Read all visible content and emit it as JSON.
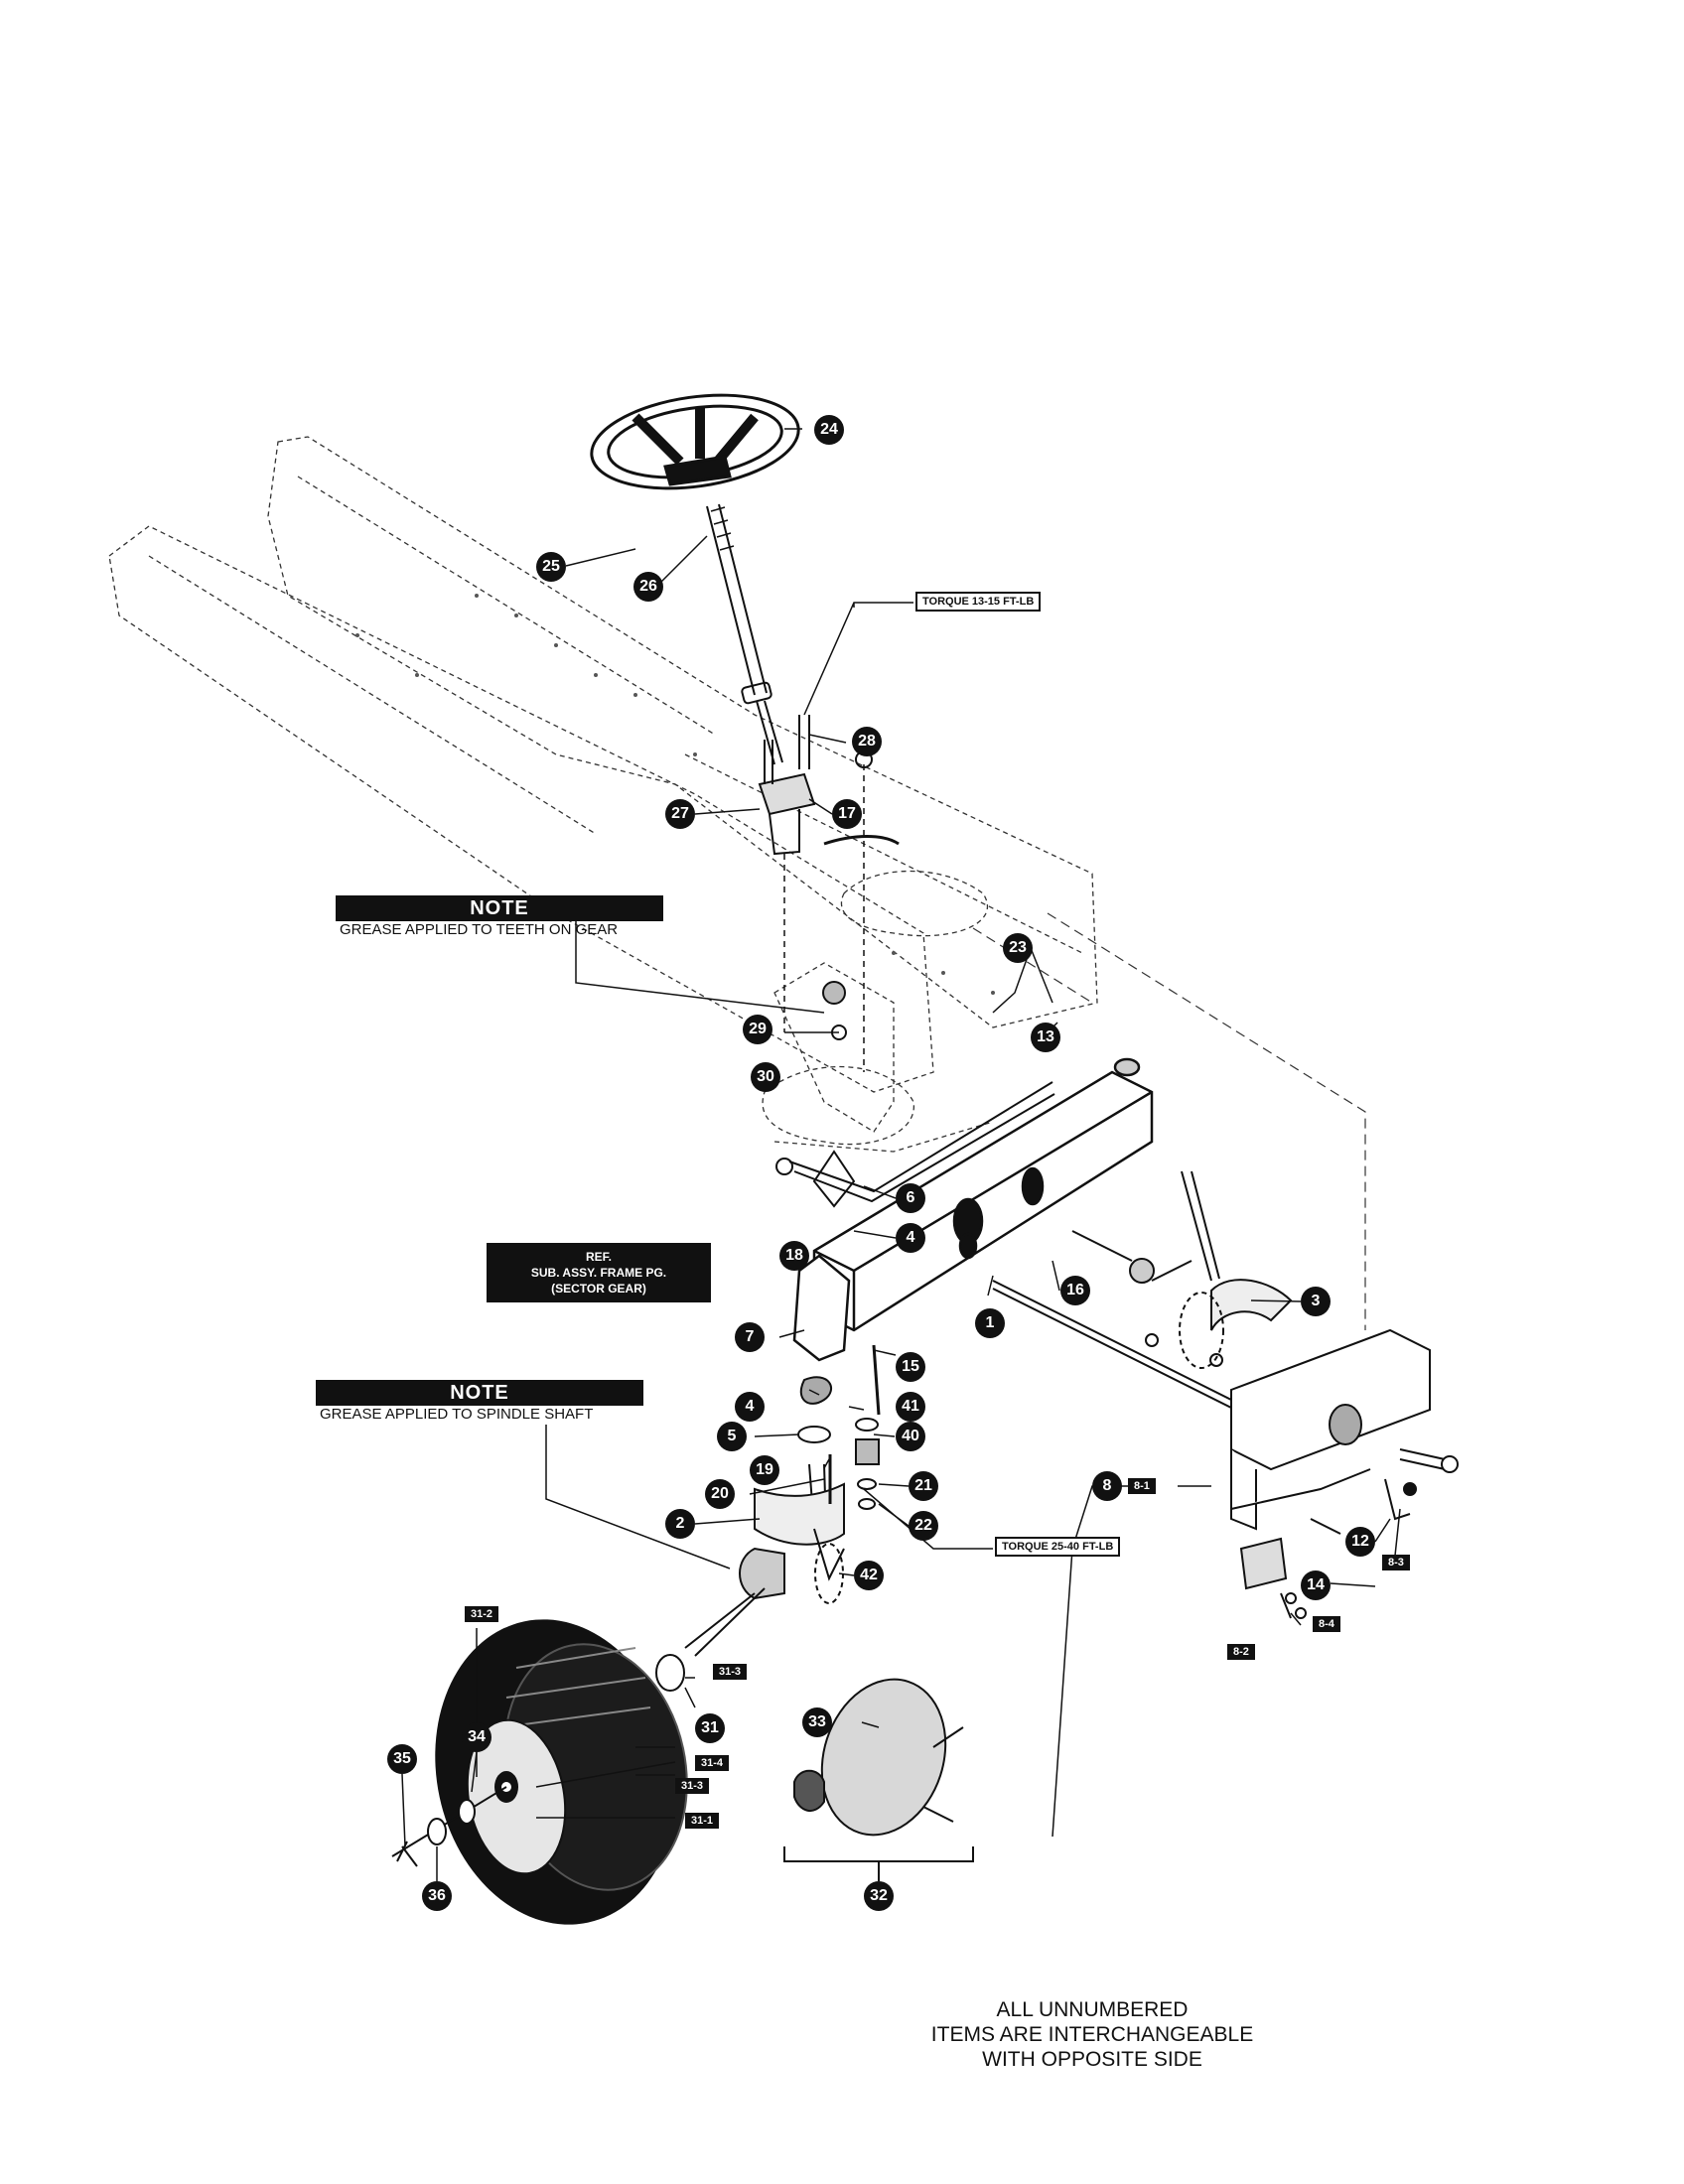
{
  "notes": [
    {
      "id": "gear",
      "head": "NOTE",
      "text": "GREASE APPLIED TO TEETH ON GEAR"
    },
    {
      "id": "spindle",
      "head": "NOTE",
      "text": "GREASE APPLIED TO SPINDLE SHAFT"
    }
  ],
  "torque": {
    "upper": "TORQUE 13-15 FT-LB",
    "lower": "TORQUE 25-40 FT-LB"
  },
  "ref": {
    "line1": "REF.",
    "line2": "SUB. ASSY. FRAME PG.",
    "line3": "(SECTOR GEAR)"
  },
  "callouts": [
    "24",
    "25",
    "26",
    "28",
    "27",
    "17",
    "23",
    "13",
    "29",
    "30",
    "6",
    "4",
    "18",
    "16",
    "1",
    "3",
    "7",
    "15",
    "4",
    "41",
    "5",
    "40",
    "19",
    "21",
    "20",
    "22",
    "2",
    "42",
    "8",
    "12",
    "14",
    "31",
    "34",
    "35",
    "36",
    "33",
    "32"
  ],
  "tags": [
    "8-1",
    "8-3",
    "8-4",
    "8-2",
    "31-2",
    "31-3",
    "31-4",
    "31-3",
    "31-1"
  ],
  "footer": {
    "line1": "ALL UNNUMBERED",
    "line2": "ITEMS ARE INTERCHANGEABLE",
    "line3": "WITH OPPOSITE SIDE"
  }
}
